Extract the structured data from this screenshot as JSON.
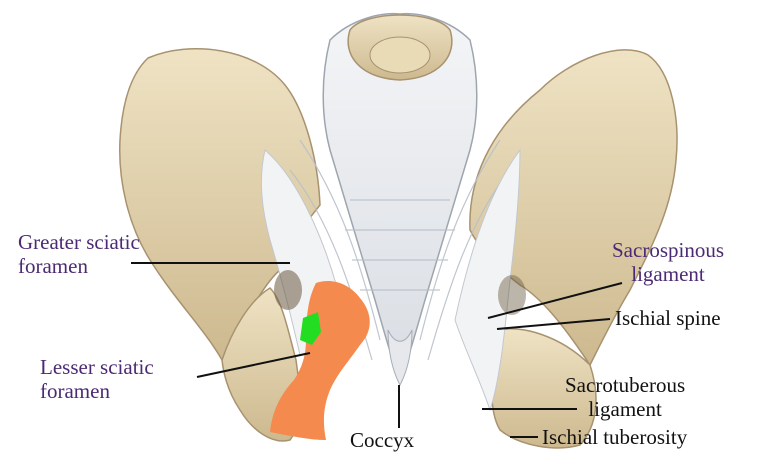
{
  "labels": {
    "greater_sciatic_foramen": [
      "Greater sciatic",
      "foramen"
    ],
    "lesser_sciatic_foramen": [
      "Lesser sciatic",
      "foramen"
    ],
    "sacrospinous_ligament": [
      "Sacrospinous",
      "ligament"
    ],
    "ischial_spine": "Ischial spine",
    "sacrotuberous_ligament": [
      "Sacrotuberous",
      "ligament"
    ],
    "ischial_tuberosity": "Ischial tuberosity",
    "coccyx": "Coccyx"
  },
  "colors": {
    "bone": "#e6d7b0",
    "bone_shadow": "#b9a37a",
    "ligament": "#eef0f2",
    "ligament_shadow": "#b8bec6",
    "highlight_orange": "#f58a4e",
    "highlight_green": "#22dd22",
    "purple_text": "#4b2a73",
    "black_text": "#111111"
  }
}
